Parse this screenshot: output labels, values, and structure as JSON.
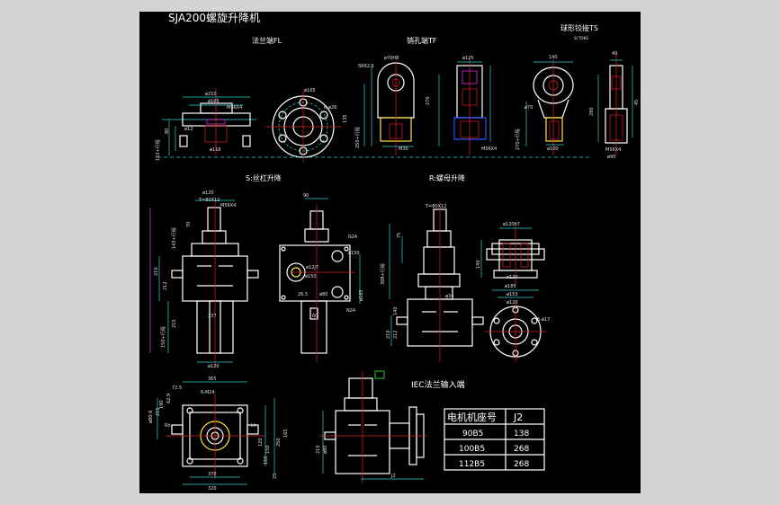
{
  "title": "SJA200螺旋升降机",
  "views": {
    "flange": "法兰端FL",
    "pin": "销孔端TF",
    "ball": "球形铰接TS",
    "ball_sub": "SI TOKS",
    "screw": "S:丝杠升降",
    "nut": "R:螺母升降",
    "iec": "IEC法兰输入端"
  },
  "dims": {
    "fl": [
      "ø210",
      "ø165",
      "M56X4",
      "ø116",
      "ø12",
      "80",
      "153+行程",
      "ø165",
      "6-ø26"
    ],
    "tf": [
      "ø70H8",
      "SR62.5",
      "135",
      "270",
      "250+行程",
      "M30",
      "ø125",
      "M56X4"
    ],
    "ts": [
      "140",
      "ø70",
      "ø100",
      "270+行程",
      "280",
      "ø90",
      "M56X4",
      "49",
      "45"
    ],
    "s": [
      "ø120",
      "T=80X12",
      "M56X4",
      "70",
      "143+行程",
      "210",
      "212",
      "215",
      "150+行程",
      "337",
      "ø120",
      "90",
      "N24",
      "ø150",
      "ø12J7",
      "ø150",
      "26.5",
      "ø80",
      "N24",
      "ø165",
      "60"
    ],
    "r": [
      "T=80X12",
      "ø120h7",
      "140",
      "75",
      "398+行程",
      "210",
      "212",
      "ø34",
      "140",
      "ø185",
      "ø153",
      "ø120",
      "6-ø17",
      "ø120"
    ],
    "top": [
      "365",
      "6-M24",
      "72.5",
      "62.9",
      "215",
      "ø80-6",
      "190",
      "Rh",
      "Lh",
      "120",
      "150",
      "250",
      "165",
      "150",
      "370",
      "25",
      "320"
    ],
    "iec": [
      "210",
      "ø80",
      "J2"
    ]
  },
  "table": {
    "headers": [
      "电机机座号",
      "J2"
    ],
    "rows": [
      [
        "90B5",
        "138"
      ],
      [
        "100B5",
        "268"
      ],
      [
        "112B5",
        "268"
      ]
    ]
  },
  "colors": {
    "background": "#000000",
    "frame": "#d4d4d4",
    "line": "#ffffff",
    "dim": "#2ad4d4",
    "accent_red": "#e02020",
    "accent_magenta": "#ff30ff",
    "accent_yellow": "#ffe040",
    "accent_blue": "#3050ff",
    "accent_green": "#30ff30"
  }
}
